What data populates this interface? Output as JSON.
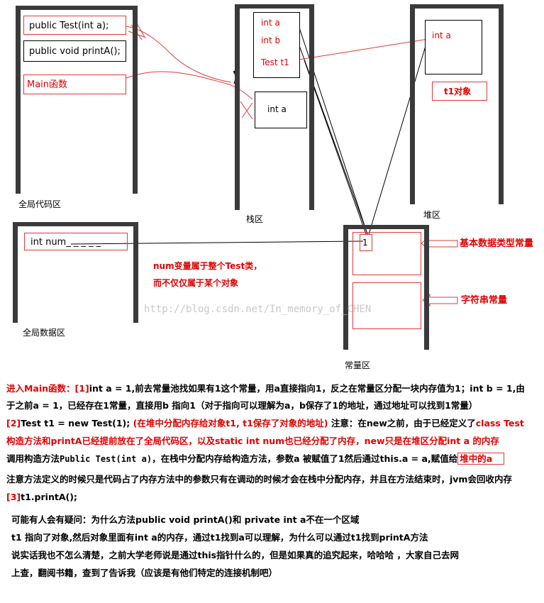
{
  "regions": {
    "code": {
      "label": "全局代码区",
      "items": [
        "public Test(int a);",
        "public void printA();",
        "Main函数"
      ]
    },
    "stack": {
      "label": "栈区",
      "frame_items": [
        "int a",
        "int b",
        "Test t1"
      ],
      "method_item": "int a"
    },
    "heap": {
      "label": "堆区",
      "object_field": "int a",
      "object_label": "t1对象"
    },
    "global_data": {
      "label": "全局数据区",
      "item": "int num_ _ _ _ _"
    },
    "constant": {
      "label": "常量区",
      "value": "1",
      "basic_label": "基本数据类型常量",
      "string_label": "字符串常量"
    }
  },
  "notes": {
    "num_note_line1": "num变量属于整个Test类，",
    "num_note_line2": "而不仅仅属于某个对象"
  },
  "watermark": "http://blog.csdn.net/In_memory_of_CHEN",
  "explanation": {
    "p1a": "进入Main函数：[1]",
    "p1b": "int a = 1,前去常量池找如果有1这个常量，用a直接指向1，反之在常量区分配一块内存值为1；int b = 1,由",
    "p2": "于之前a = 1，已经存在1常量，直接用b 指向1（对于指向可以理解为a，b保存了1的地址，通过地址可以找到1常量）",
    "p3a": "[2]",
    "p3b": "Test t1 = new Test(1); ",
    "p3c": "(在堆中分配内存给对象t1, t1保存了对象的地址)",
    "p3d": " 注意：在new之前，由于已经定义了",
    "p3e": "class Test",
    "p4": "构造方法和printA已经提前放在了全局代码区，以及static int num也已经分配了内存，new只是在堆区分配int a 的内存",
    "p5a": "调用构造方法",
    "p5b": "Public Test(int a)",
    "p5c": "，在栈中分配内存给构造方法，参数a 被赋值了1然后通过this.a = a,赋值给",
    "p5d": "堆中的a",
    "p6": "注意方法定义的时候只是代码占了内存方法中的参数只有在调动的时候才会在栈中分配内存，并且在方法结束时，jvm会回收内存",
    "p7a": "[3]",
    "p7b": "t1.printA();",
    "q1": "可能有人会有疑问：为什么方法public void printA()和 private int a不在一个区域",
    "q2": "t1 指向了对象,然后对象里面有int a的内存，通过t1找到a可以理解，为什么可以通过t1找到printA方法",
    "q3": "说实话我也不怎么清楚，之前大学老师说是通过this指针什么的，但是如果真的追究起来，哈哈哈 ，大家自己去网",
    "q4": "上查，翻阅书籍，查到了告诉我（应该是有他们特定的连接机制吧）"
  },
  "colors": {
    "red": "#e00000",
    "pillar": "#3a3a3a",
    "watermark": "#c9c9c9"
  }
}
